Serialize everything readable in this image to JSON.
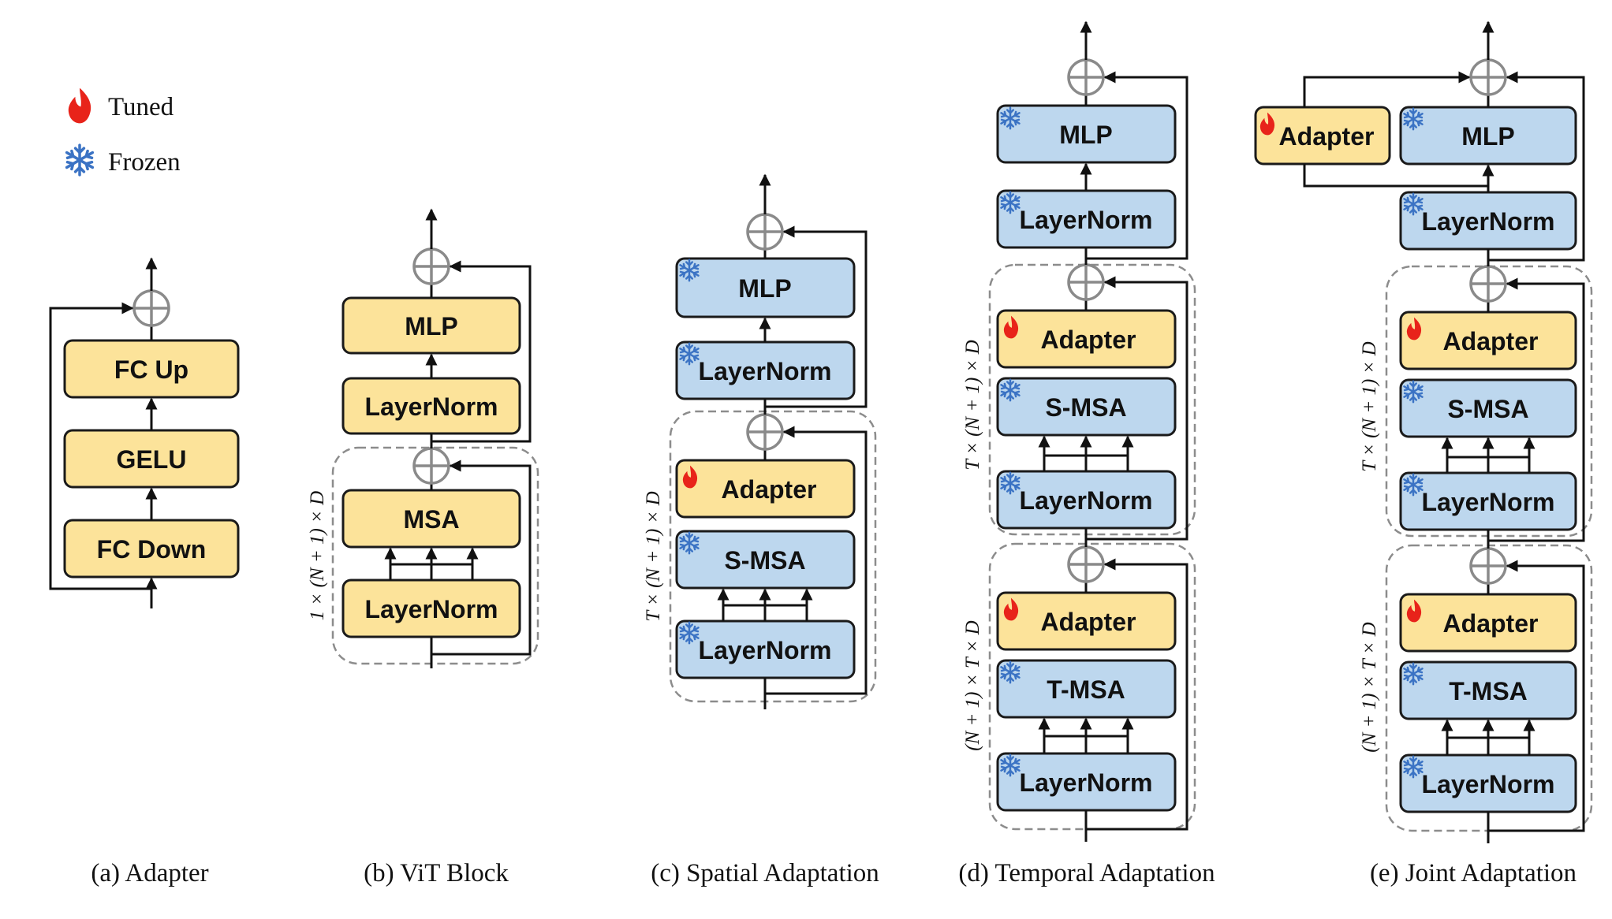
{
  "legend": {
    "tuned": "Tuned",
    "frozen": "Frozen"
  },
  "icons": {
    "tuned": "flame-icon",
    "frozen": "snowflake-icon"
  },
  "colors": {
    "tuned_block": "#FCE39A",
    "frozen_block": "#BDD7EE",
    "flame": "#E8231A",
    "snowflake": "#3B73C4"
  },
  "adapter": {
    "fc_up": "FC Up",
    "gelu": "GELU",
    "fc_down": "FC Down",
    "caption": "(a) Adapter"
  },
  "vit": {
    "mlp": "MLP",
    "layernorm_top": "LayerNorm",
    "msa": "MSA",
    "layernorm_bottom": "LayerNorm",
    "dim": "1 × (N + 1) × D",
    "caption": "(b) ViT Block"
  },
  "spatial": {
    "mlp": "MLP",
    "layernorm_top": "LayerNorm",
    "adapter": "Adapter",
    "smsa": "S-MSA",
    "layernorm_bottom": "LayerNorm",
    "dim": "T × (N + 1) × D",
    "caption": "(c) Spatial Adaptation"
  },
  "temporal": {
    "mlp": "MLP",
    "layernorm_top": "LayerNorm",
    "adapter_s": "Adapter",
    "smsa": "S-MSA",
    "layernorm_s": "LayerNorm",
    "adapter_t": "Adapter",
    "tmsa": "T-MSA",
    "layernorm_t": "LayerNorm",
    "dim_s": "T × (N + 1) × D",
    "dim_t": "(N + 1) × T × D",
    "caption": "(d) Temporal Adaptation"
  },
  "joint": {
    "adapter_mlp": "Adapter",
    "mlp": "MLP",
    "layernorm_top": "LayerNorm",
    "adapter_s": "Adapter",
    "smsa": "S-MSA",
    "layernorm_s": "LayerNorm",
    "adapter_t": "Adapter",
    "tmsa": "T-MSA",
    "layernorm_t": "LayerNorm",
    "dim_s": "T × (N + 1) × D",
    "dim_t": "(N + 1) × T × D",
    "caption": "(e) Joint Adaptation"
  }
}
